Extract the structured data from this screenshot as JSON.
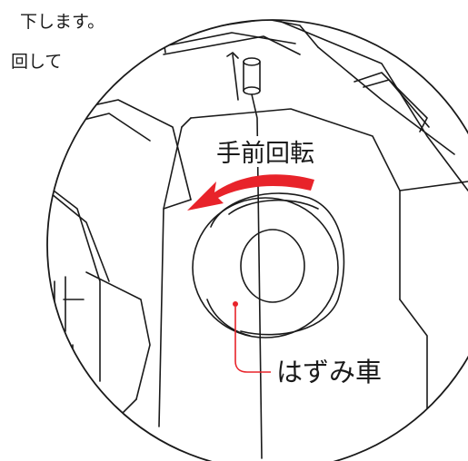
{
  "texts": {
    "top_line_1": "下します。",
    "top_line_2": "回して",
    "rotation_label": "手前回転",
    "callout_label": "はずみ車"
  },
  "colors": {
    "line": "#1a1a1a",
    "accent": "#e8232a",
    "background": "#ffffff"
  }
}
